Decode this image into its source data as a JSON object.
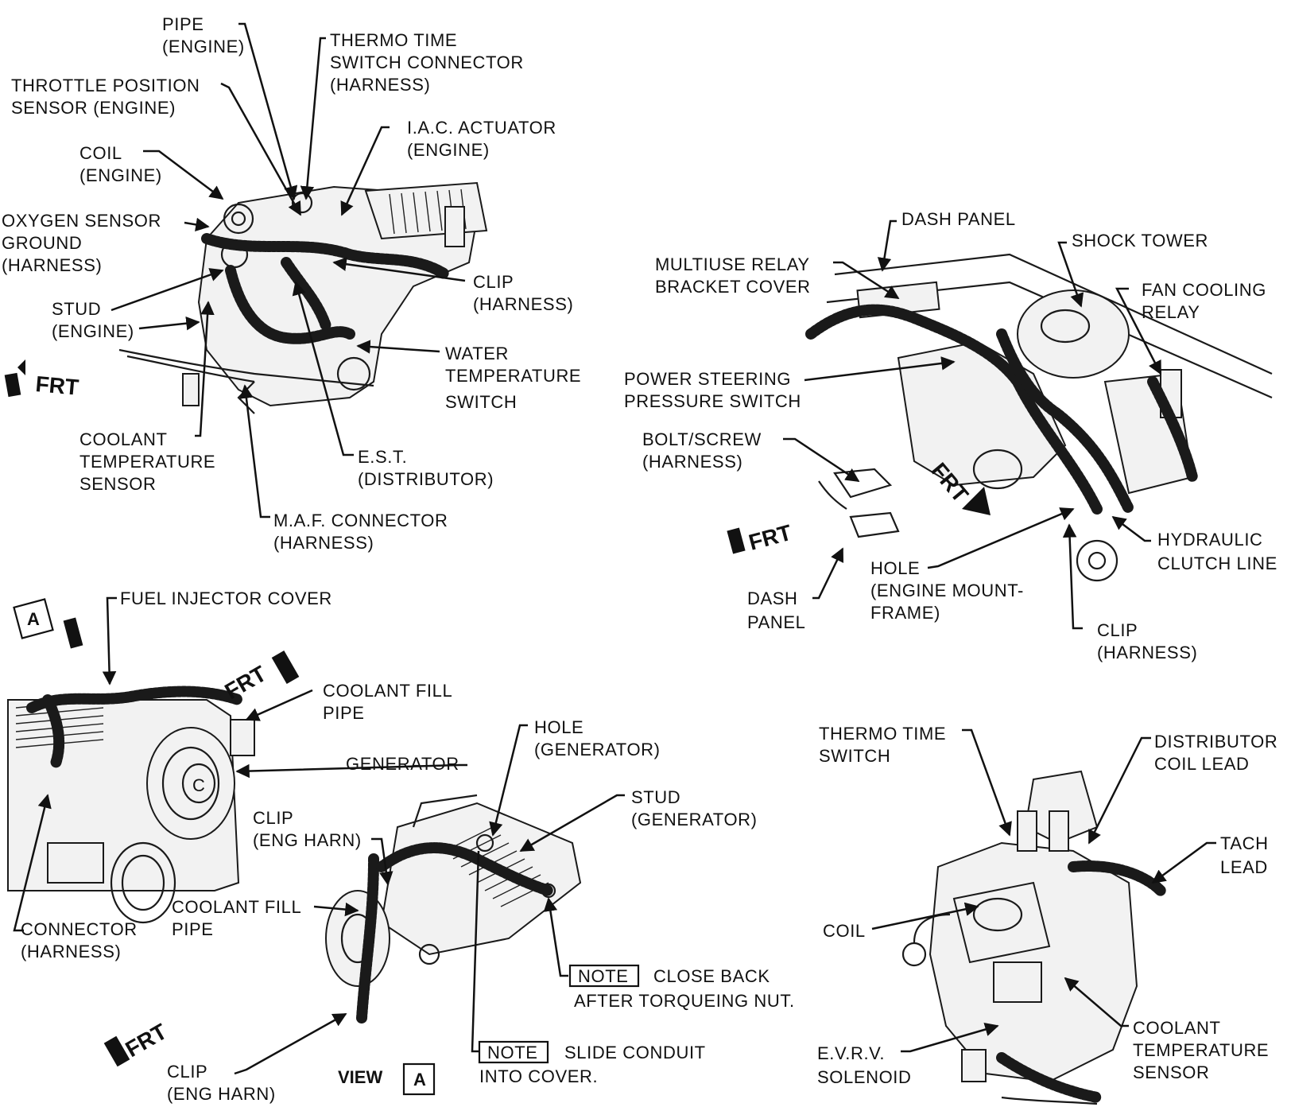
{
  "top_left": {
    "pipe": [
      "PIPE",
      "(ENGINE)"
    ],
    "thermo_time": [
      "THERMO TIME",
      "SWITCH CONNECTOR",
      "(HARNESS)"
    ],
    "throttle": [
      "THROTTLE POSITION",
      "SENSOR (ENGINE)"
    ],
    "iac": [
      "I.A.C. ACTUATOR",
      "(ENGINE)"
    ],
    "coil": [
      "COIL",
      "(ENGINE)"
    ],
    "oxygen": [
      "OXYGEN SENSOR",
      "GROUND",
      "(HARNESS)"
    ],
    "clip": [
      "CLIP",
      "(HARNESS)"
    ],
    "stud": [
      "STUD",
      "(ENGINE)"
    ],
    "water_temp": [
      "WATER",
      "TEMPERATURE",
      "SWITCH"
    ],
    "frt": "FRT",
    "coolant_sensor": [
      "COOLANT",
      "TEMPERATURE",
      "SENSOR"
    ],
    "est": [
      "E.S.T.",
      "(DISTRIBUTOR)"
    ],
    "maf": [
      "M.A.F. CONNECTOR",
      "(HARNESS)"
    ]
  },
  "top_right": {
    "dash_panel": "DASH PANEL",
    "shock_tower": "SHOCK TOWER",
    "multiuse": [
      "MULTIUSE RELAY",
      "BRACKET COVER"
    ],
    "fan_relay": [
      "FAN COOLING",
      "RELAY"
    ],
    "ps_switch": [
      "POWER STEERING",
      "PRESSURE SWITCH"
    ],
    "bolt": [
      "BOLT/SCREW",
      "(HARNESS)"
    ],
    "frt1": "FRT",
    "frt2": "FRT",
    "hydraulic": [
      "HYDRAULIC",
      "CLUTCH  LINE"
    ],
    "hole": [
      "HOLE",
      "(ENGINE MOUNT-",
      "FRAME)"
    ],
    "dash_panel2": [
      "DASH",
      "PANEL"
    ],
    "clip": [
      "CLIP",
      "(HARNESS)"
    ]
  },
  "bottom_left": {
    "view_badge": "A",
    "fuel_cover": "FUEL INJECTOR COVER",
    "frt": "FRT",
    "coolant_fill": [
      "COOLANT FILL",
      "PIPE"
    ],
    "generator": "GENERATOR",
    "clip": [
      "CLIP",
      "(ENG HARN)"
    ],
    "coolant_fill2": [
      "COOLANT FILL",
      "PIPE"
    ],
    "connector": [
      "CONNECTOR",
      "(HARNESS)"
    ]
  },
  "bottom_center": {
    "hole_gen": [
      "HOLE",
      "(GENERATOR)"
    ],
    "stud_gen": [
      "STUD",
      "(GENERATOR)"
    ],
    "note1": {
      "tag": "NOTE",
      "lines": [
        "CLOSE BACK",
        "AFTER TORQUEING NUT."
      ]
    },
    "note2": {
      "tag": "NOTE",
      "lines": [
        "SLIDE CONDUIT",
        "INTO COVER."
      ]
    },
    "frt": "FRT",
    "clip": [
      "CLIP",
      "(ENG HARN)"
    ],
    "view_label": "VIEW",
    "view_letter": "A"
  },
  "bottom_right": {
    "thermo": [
      "THERMO TIME",
      "SWITCH"
    ],
    "dist_lead": [
      "DISTRIBUTOR",
      "COIL LEAD"
    ],
    "tach": [
      "TACH",
      "LEAD"
    ],
    "coil": "COIL",
    "evrv": [
      "E.V.R.V.",
      "SOLENOID"
    ],
    "coolant": [
      "COOLANT",
      "TEMPERATURE",
      "SENSOR"
    ]
  }
}
